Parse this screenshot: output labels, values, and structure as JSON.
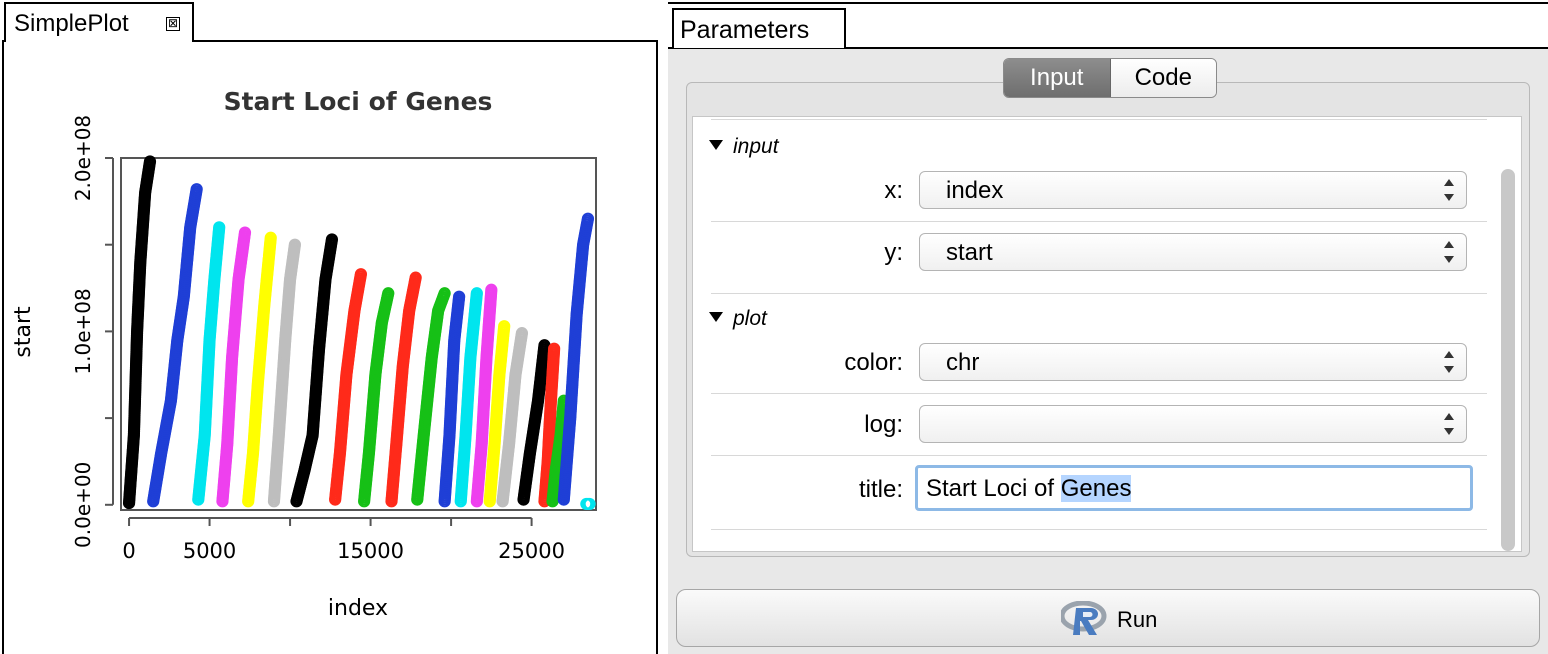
{
  "left_panel": {
    "tab_title": "SimplePlot",
    "close_glyph": "⊠"
  },
  "chart_data": {
    "type": "scatter",
    "title": "Start Loci of Genes",
    "xlabel": "index",
    "ylabel": "start",
    "xlim": [
      -500,
      29000
    ],
    "ylim": [
      -3000000,
      200000000
    ],
    "x_ticks": [
      0,
      5000,
      10000,
      15000,
      20000,
      25000
    ],
    "x_tick_labels": [
      "0",
      "5000",
      "",
      "15000",
      "",
      "25000"
    ],
    "y_ticks": [
      0,
      50000000,
      100000000,
      150000000,
      200000000
    ],
    "y_tick_labels": [
      "0.0e+00",
      "",
      "1.0e+08",
      "",
      "2.0e+08"
    ],
    "grid": false,
    "legend": "none",
    "series": [
      {
        "color": "#000000",
        "values": [
          [
            0,
            1000000
          ],
          [
            300,
            40000000
          ],
          [
            500,
            100000000
          ],
          [
            700,
            140000000
          ],
          [
            1000,
            180000000
          ],
          [
            1300,
            198000000
          ]
        ]
      },
      {
        "color": "#1f3fd6",
        "values": [
          [
            1500,
            2000000
          ],
          [
            2000,
            30000000
          ],
          [
            2600,
            60000000
          ],
          [
            3000,
            95000000
          ],
          [
            3400,
            120000000
          ],
          [
            3800,
            160000000
          ],
          [
            4200,
            182000000
          ]
        ]
      },
      {
        "color": "#00e5ee",
        "values": [
          [
            4300,
            3000000
          ],
          [
            4700,
            40000000
          ],
          [
            5000,
            95000000
          ],
          [
            5300,
            130000000
          ],
          [
            5600,
            160000000
          ]
        ]
      },
      {
        "color": "#ee40ee",
        "values": [
          [
            5800,
            2000000
          ],
          [
            6100,
            35000000
          ],
          [
            6400,
            85000000
          ],
          [
            6800,
            130000000
          ],
          [
            7200,
            157000000
          ]
        ]
      },
      {
        "color": "#ffff00",
        "values": [
          [
            7400,
            2000000
          ],
          [
            7700,
            30000000
          ],
          [
            8000,
            70000000
          ],
          [
            8400,
            115000000
          ],
          [
            8800,
            154000000
          ]
        ]
      },
      {
        "color": "#bebebe",
        "values": [
          [
            9000,
            2000000
          ],
          [
            9300,
            40000000
          ],
          [
            9700,
            95000000
          ],
          [
            10000,
            130000000
          ],
          [
            10300,
            150000000
          ]
        ]
      },
      {
        "color": "#000000",
        "values": [
          [
            10400,
            2000000
          ],
          [
            10900,
            20000000
          ],
          [
            11400,
            40000000
          ],
          [
            11800,
            90000000
          ],
          [
            12200,
            130000000
          ],
          [
            12600,
            153000000
          ]
        ]
      },
      {
        "color": "#ff2a1a",
        "values": [
          [
            12800,
            3000000
          ],
          [
            13100,
            30000000
          ],
          [
            13500,
            75000000
          ],
          [
            14000,
            112000000
          ],
          [
            14400,
            133000000
          ]
        ]
      },
      {
        "color": "#16c016",
        "values": [
          [
            14600,
            2000000
          ],
          [
            14900,
            30000000
          ],
          [
            15300,
            75000000
          ],
          [
            15700,
            105000000
          ],
          [
            16100,
            122000000
          ]
        ]
      },
      {
        "color": "#ff2a1a",
        "values": [
          [
            16300,
            2000000
          ],
          [
            16600,
            35000000
          ],
          [
            17000,
            80000000
          ],
          [
            17400,
            112000000
          ],
          [
            17800,
            131000000
          ]
        ]
      },
      {
        "color": "#16c016",
        "values": [
          [
            17900,
            3000000
          ],
          [
            18300,
            40000000
          ],
          [
            18800,
            85000000
          ],
          [
            19200,
            112000000
          ],
          [
            19600,
            122000000
          ]
        ]
      },
      {
        "color": "#1f3fd6",
        "values": [
          [
            19600,
            2000000
          ],
          [
            19900,
            40000000
          ],
          [
            20200,
            95000000
          ],
          [
            20500,
            120000000
          ]
        ]
      },
      {
        "color": "#00e5ee",
        "values": [
          [
            20600,
            2000000
          ],
          [
            20900,
            40000000
          ],
          [
            21200,
            85000000
          ],
          [
            21600,
            122000000
          ]
        ]
      },
      {
        "color": "#ee40ee",
        "values": [
          [
            21600,
            2000000
          ],
          [
            21900,
            35000000
          ],
          [
            22200,
            85000000
          ],
          [
            22500,
            124000000
          ]
        ]
      },
      {
        "color": "#ffff00",
        "values": [
          [
            22400,
            2000000
          ],
          [
            22700,
            35000000
          ],
          [
            23000,
            75000000
          ],
          [
            23300,
            103000000
          ]
        ]
      },
      {
        "color": "#bebebe",
        "values": [
          [
            23200,
            2000000
          ],
          [
            23600,
            35000000
          ],
          [
            24000,
            75000000
          ],
          [
            24400,
            99000000
          ]
        ]
      },
      {
        "color": "#000000",
        "values": [
          [
            24500,
            3000000
          ],
          [
            24900,
            30000000
          ],
          [
            25400,
            60000000
          ],
          [
            25800,
            92000000
          ]
        ]
      },
      {
        "color": "#ff2a1a",
        "values": [
          [
            25800,
            2000000
          ],
          [
            26000,
            25000000
          ],
          [
            26200,
            60000000
          ],
          [
            26400,
            90000000
          ]
        ]
      },
      {
        "color": "#16c016",
        "values": [
          [
            26300,
            2000000
          ],
          [
            26500,
            20000000
          ],
          [
            26800,
            40000000
          ],
          [
            27000,
            60000000
          ]
        ]
      },
      {
        "color": "#1f3fd6",
        "values": [
          [
            27000,
            3000000
          ],
          [
            27400,
            50000000
          ],
          [
            27800,
            110000000
          ],
          [
            28200,
            150000000
          ],
          [
            28500,
            165000000
          ]
        ]
      },
      {
        "color": "#00e5ee",
        "values": [
          [
            28400,
            500000
          ],
          [
            28600,
            500000
          ]
        ]
      }
    ]
  },
  "right_panel": {
    "tab_title": "Parameters",
    "tabs": [
      {
        "label": "Input",
        "active": true
      },
      {
        "label": "Code",
        "active": false
      }
    ],
    "sections": {
      "input_label": "input",
      "plot_label": "plot"
    },
    "fields": {
      "x_label": "x:",
      "x_value": "index",
      "y_label": "y:",
      "y_value": "start",
      "color_label": "color:",
      "color_value": "chr",
      "log_label": "log:",
      "log_value": "",
      "title_label": "title:",
      "title_value_plain": "Start Loci of ",
      "title_value_selected": "Genes"
    },
    "run_label": "Run",
    "icon": "r-logo-icon"
  }
}
